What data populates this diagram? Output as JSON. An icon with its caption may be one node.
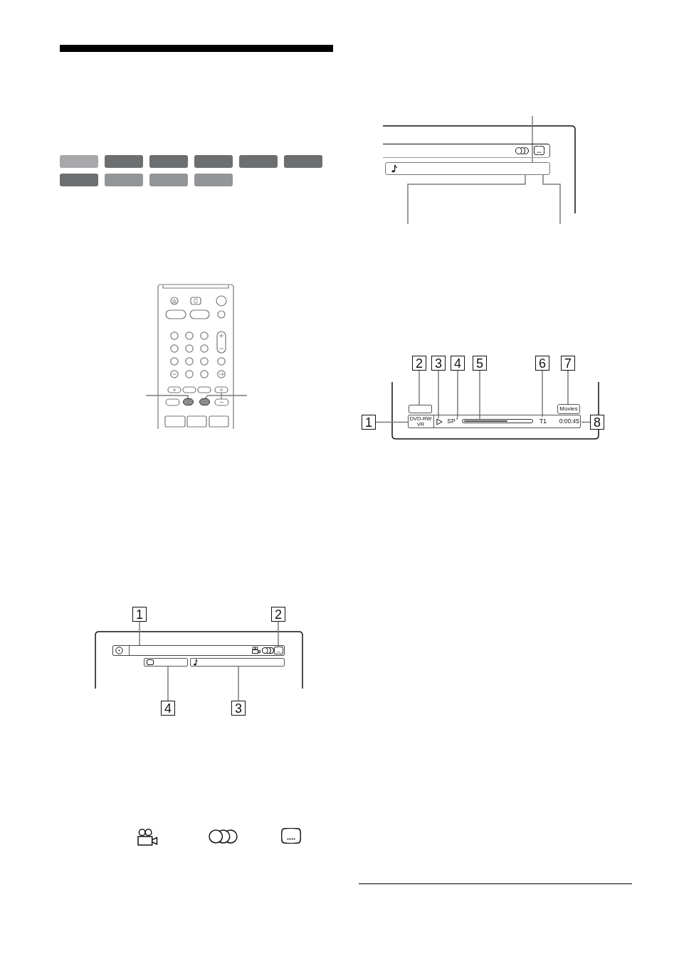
{
  "diagram": {
    "nodes": [
      {
        "text": [],
        "shape": "box"
      },
      {
        "text": [],
        "shape": "box"
      },
      {
        "text": [
          "1"
        ]
      },
      {
        "text": [
          "2"
        ]
      },
      {
        "text": [],
        "shape": "bar"
      },
      {
        "text": [],
        "shape": "picture",
        "in": 4
      },
      {
        "text": [],
        "shape": "box"
      },
      {
        "text": [],
        "shape": "box"
      },
      {
        "text": [
          "4"
        ]
      },
      {
        "text": [
          "3"
        ]
      },
      {
        "text": [],
        "shape": "bar"
      },
      {
        "text": [],
        "shape": "box"
      },
      {
        "text": [
          "2"
        ]
      },
      {
        "text": [
          "3"
        ]
      },
      {
        "text": [
          "4"
        ]
      },
      {
        "text": [
          "5"
        ]
      },
      {
        "text": [
          "6"
        ]
      },
      {
        "text": [
          "7"
        ]
      },
      {
        "text": [],
        "shape": "box"
      },
      {
        "text": [
          "Movies"
        ]
      },
      {
        "text": [
          "1"
        ]
      },
      {
        "text": [],
        "shape": "bar"
      },
      {
        "text": [
          "DVD-RW VR"
        ],
        "in": 21
      },
      {
        "text": [],
        "shape": "picture",
        "in": 21
      },
      {
        "text": [
          "SP"
        ],
        "in": 21
      },
      {
        "text": [],
        "shape": "bar",
        "in": 21
      },
      {
        "text": [
          "T1"
        ],
        "in": 21
      },
      {
        "text": [
          "0:00:45"
        ],
        "in": 21
      },
      {
        "text": [
          "8"
        ]
      }
    ],
    "edges": [
      {
        "from": null,
        "to": 0,
        "arrow": "none"
      },
      {
        "from": null,
        "to": 1,
        "arrow": "none"
      },
      {
        "from": 2,
        "to": 4,
        "arrow": "none"
      },
      {
        "from": 3,
        "to": 5,
        "arrow": "none"
      },
      {
        "from": 8,
        "to": 6,
        "arrow": "none"
      },
      {
        "from": 9,
        "to": 7,
        "arrow": "none"
      },
      {
        "from": null,
        "to": 11,
        "arrow": "none"
      },
      {
        "from": null,
        "to": 11,
        "arrow": "none"
      },
      {
        "from": null,
        "to": 11,
        "arrow": "none"
      },
      {
        "from": 20,
        "to": 22,
        "arrow": "none"
      },
      {
        "from": 12,
        "to": 18,
        "arrow": "none"
      },
      {
        "from": 13,
        "to": 23,
        "arrow": "none"
      },
      {
        "from": 14,
        "to": 24,
        "arrow": "none"
      },
      {
        "from": 15,
        "to": 25,
        "arrow": "none"
      },
      {
        "from": 16,
        "to": 26,
        "arrow": "none"
      },
      {
        "from": 17,
        "to": 19,
        "arrow": "none"
      },
      {
        "from": 28,
        "to": 27,
        "arrow": "none"
      }
    ]
  }
}
